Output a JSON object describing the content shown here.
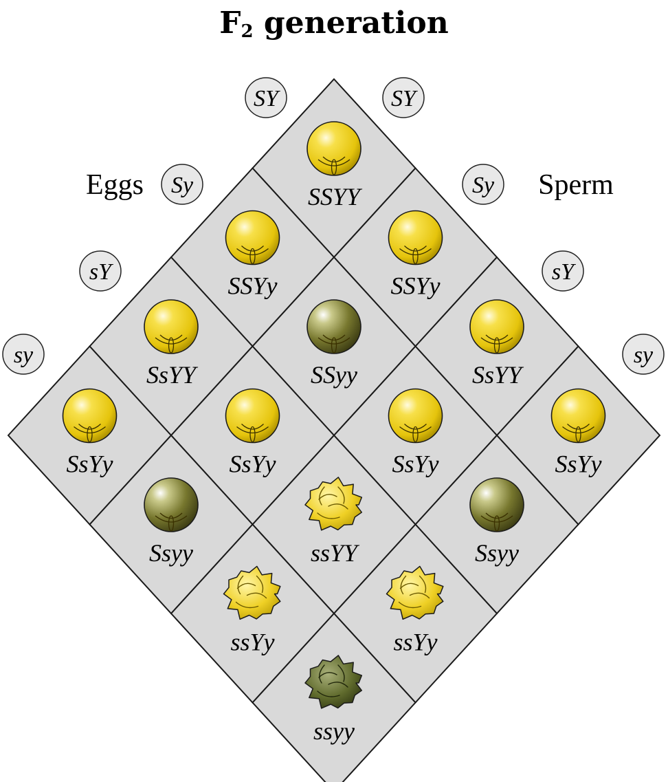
{
  "title": {
    "main": "F",
    "sub": "2",
    "rest": " generation"
  },
  "labels": {
    "eggs": "Eggs",
    "sperm": "Sperm"
  },
  "sperm_gametes": [
    "SY",
    "Sy",
    "sY",
    "sy"
  ],
  "egg_gametes": [
    "SY",
    "Sy",
    "sY",
    "sy"
  ],
  "grid": [
    [
      {
        "genotype": "SSYY",
        "pea": "round-yellow"
      },
      {
        "genotype": "SSYy",
        "pea": "round-yellow"
      },
      {
        "genotype": "SsYY",
        "pea": "round-yellow"
      },
      {
        "genotype": "SsYy",
        "pea": "round-yellow"
      }
    ],
    [
      {
        "genotype": "SSYy",
        "pea": "round-yellow"
      },
      {
        "genotype": "SSyy",
        "pea": "round-green"
      },
      {
        "genotype": "SsYy",
        "pea": "round-yellow"
      },
      {
        "genotype": "Ssyy",
        "pea": "round-green"
      }
    ],
    [
      {
        "genotype": "SsYY",
        "pea": "round-yellow"
      },
      {
        "genotype": "SsYy",
        "pea": "round-yellow"
      },
      {
        "genotype": "ssYY",
        "pea": "wrinkled-yellow"
      },
      {
        "genotype": "ssYy",
        "pea": "wrinkled-yellow"
      }
    ],
    [
      {
        "genotype": "SsYy",
        "pea": "round-yellow"
      },
      {
        "genotype": "Ssyy",
        "pea": "round-green"
      },
      {
        "genotype": "ssYy",
        "pea": "wrinkled-yellow"
      },
      {
        "genotype": "ssyy",
        "pea": "wrinkled-green"
      }
    ]
  ],
  "colors": {
    "cell": "#d9d9d9",
    "yellow": "#f2d21a",
    "green": "#77772e",
    "line": "#1a1a1a"
  }
}
